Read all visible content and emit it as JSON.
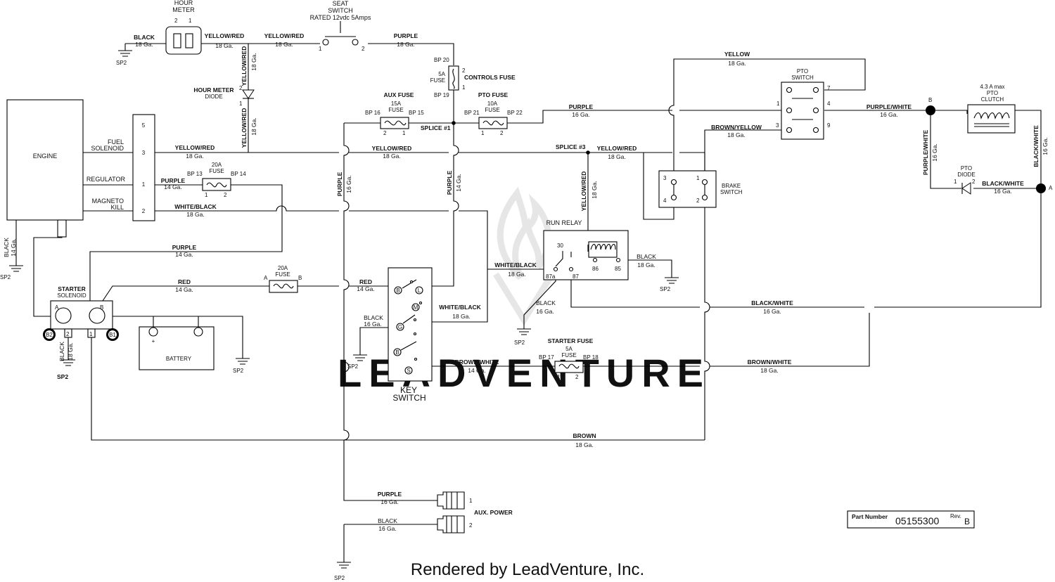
{
  "components": {
    "hour_meter": {
      "title1": "HOUR",
      "title2": "METER",
      "pin2": "2",
      "pin1": "1"
    },
    "seat_switch": {
      "title1": "SEAT",
      "title2": "SWITCH",
      "rating": "RATED 12vdc 5Amps",
      "pin1": "1",
      "pin2": "2"
    },
    "hour_meter_diode": {
      "title1": "HOUR METER",
      "title2": "DIODE",
      "pin2": "2",
      "pin1": "1"
    },
    "engine": {
      "title": "ENGINE",
      "fuel1": "FUEL",
      "fuel2": "SOLENOID",
      "regulator": "REGULATOR",
      "magneto1": "MAGNETO",
      "magneto2": "KILL"
    },
    "connector": {
      "p5": "5",
      "p3": "3",
      "p1": "1",
      "p2": "2"
    },
    "controls_fuse": {
      "title": "CONTROLS FUSE",
      "rating1": "5A",
      "rating2": "FUSE",
      "bp_top": "BP 20",
      "bp_bottom": "BP 19",
      "pin2": "2",
      "pin1": "1"
    },
    "aux_fuse": {
      "title": "AUX FUSE",
      "rating1": "15A",
      "rating2": "FUSE",
      "bp_left": "BP 16",
      "bp_right": "BP 15",
      "pin2": "2",
      "pin1": "1"
    },
    "pto_fuse": {
      "title": "PTO FUSE",
      "rating1": "10A",
      "rating2": "FUSE",
      "bp_left": "BP 21",
      "bp_right": "BP 22",
      "pin1": "1",
      "pin2": "2"
    },
    "fuse_20a_reg": {
      "rating1": "20A",
      "rating2": "FUSE",
      "bp_left": "BP 13",
      "bp_right": "BP 14",
      "pin1": "1",
      "pin2": "2"
    },
    "fuse_20a_red": {
      "rating1": "20A",
      "rating2": "FUSE",
      "a": "A",
      "b": "B"
    },
    "splice1": "SPLICE #1",
    "splice3": "SPLICE #3",
    "pto_switch": {
      "title1": "PTO",
      "title2": "SWITCH",
      "p1": "1",
      "p3": "3",
      "p7": "7",
      "p4": "4",
      "p9": "9"
    },
    "brake_switch": {
      "title1": "BRAKE",
      "title2": "SWITCH",
      "p3": "3",
      "p1": "1",
      "p4": "4",
      "p2": "2"
    },
    "pto_clutch": {
      "rating": "4.3 A max",
      "title1": "PTO",
      "title2": "CLUTCH"
    },
    "pto_diode": {
      "title1": "PTO",
      "title2": "DIODE",
      "pin1": "1",
      "pin2": "2"
    },
    "node_b": "B",
    "node_a": "A",
    "run_relay": {
      "title": "RUN RELAY",
      "t30": "30",
      "t87a": "87a",
      "t87": "87",
      "t86": "86",
      "t85": "85"
    },
    "starter_solenoid": {
      "title1": "STARTER",
      "title2": "SOLENOID",
      "a": "A",
      "b": "B",
      "b2": "B2",
      "t2": "2",
      "t1": "1",
      "b1": "B1"
    },
    "battery": {
      "title": "BATTERY",
      "plus": "+"
    },
    "key_switch": {
      "title1": "KEY",
      "title2": "SWITCH",
      "b1": "B",
      "l": "L",
      "m": "M",
      "g": "G",
      "b2": "B",
      "s": "S"
    },
    "starter_fuse": {
      "title": "STARTER FUSE",
      "rating1": "5A",
      "rating2": "FUSE",
      "bp_left": "BP 17",
      "bp_right": "BP 18",
      "pin1": "1",
      "pin2": "2"
    },
    "aux_power": {
      "title": "AUX. POWER",
      "pin1": "1",
      "pin2": "2"
    }
  },
  "grounds": [
    "SP2",
    "SP2",
    "SP2",
    "SP2",
    "SP2",
    "SP2",
    "SP2",
    "SP2"
  ],
  "wires": {
    "black_hm": {
      "color": "BLACK",
      "gauge": "18 Ga."
    },
    "yr_hm": {
      "color": "YELLOW/RED",
      "gauge": "18 Ga."
    },
    "yr_seat": {
      "color": "YELLOW/RED",
      "gauge": "18 Ga."
    },
    "purple_seat": {
      "color": "PURPLE",
      "gauge": "18 Ga."
    },
    "yr_vert_top": {
      "color": "YELLOW/RED",
      "gauge": "18 Ga."
    },
    "yr_vert_bot": {
      "color": "YELLOW/RED",
      "gauge": "18 Ga."
    },
    "yr_fuel": {
      "color": "YELLOW/RED",
      "gauge": "18 Ga."
    },
    "yr_mid": {
      "color": "YELLOW/RED",
      "gauge": "18 Ga."
    },
    "yr_splice3": {
      "color": "YELLOW/RED",
      "gauge": "18 Ga."
    },
    "yr_relay_vert": {
      "color": "YELLOW/RED",
      "gauge": "18 Ga."
    },
    "purple_reg": {
      "color": "PURPLE",
      "gauge": "14 Ga."
    },
    "wb_mag": {
      "color": "WHITE/BLACK",
      "gauge": "18 Ga."
    },
    "purple_bat": {
      "color": "PURPLE",
      "gauge": "14 Ga."
    },
    "black_engine": {
      "color": "BLACK",
      "gauge": "14 Ga."
    },
    "red_starter": {
      "color": "RED",
      "gauge": "14 Ga."
    },
    "red_key": {
      "color": "RED",
      "gauge": "14 Ga."
    },
    "purple_vert_left": {
      "color": "PURPLE",
      "gauge": "16 Ga."
    },
    "purple_vert_mid": {
      "color": "PURPLE",
      "gauge": "14 Ga."
    },
    "purple_pto": {
      "color": "PURPLE",
      "gauge": "16 Ga."
    },
    "yellow_top": {
      "color": "YELLOW",
      "gauge": "18 Ga."
    },
    "by_pto": {
      "color": "BROWN/YELLOW",
      "gauge": "18 Ga."
    },
    "pw_clutch": {
      "color": "PURPLE/WHITE",
      "gauge": "16 Ga."
    },
    "pw_vert": {
      "color": "PURPLE/WHITE",
      "gauge": "16 Ga."
    },
    "bw_vert": {
      "color": "BLACK/WHITE",
      "gauge": "16 Ga."
    },
    "bw_diode": {
      "color": "BLACK/WHITE",
      "gauge": "16 Ga."
    },
    "wb_relay": {
      "color": "WHITE/BLACK",
      "gauge": "18 Ga."
    },
    "black_relay": {
      "color": "BLACK",
      "gauge": "18 Ga."
    },
    "black_87a": {
      "color": "BLACK",
      "gauge": "16 Ga."
    },
    "bw_bottom": {
      "color": "BLACK/WHITE",
      "gauge": "16 Ga."
    },
    "wb_key": {
      "color": "WHITE/BLACK",
      "gauge": "18 Ga."
    },
    "black_key": {
      "color": "BLACK",
      "gauge": "16 Ga."
    },
    "brw_key": {
      "color": "BROWN/WHITE",
      "gauge": "14 Ga."
    },
    "brw_right": {
      "color": "BROWN/WHITE",
      "gauge": "18 Ga."
    },
    "brown_bottom": {
      "color": "BROWN",
      "gauge": "18 Ga."
    },
    "purple_aux": {
      "color": "PURPLE",
      "gauge": "16 Ga."
    },
    "black_aux": {
      "color": "BLACK",
      "gauge": "16 Ga."
    },
    "black_sol": {
      "color": "BLACK",
      "gauge": "18 Ga."
    }
  },
  "part_number": {
    "label": "Part Number",
    "value": "05155300",
    "rev_label": "Rev.",
    "rev_value": "B"
  },
  "watermark": "LEADVENTURE",
  "footer": "Rendered by LeadVenture, Inc."
}
